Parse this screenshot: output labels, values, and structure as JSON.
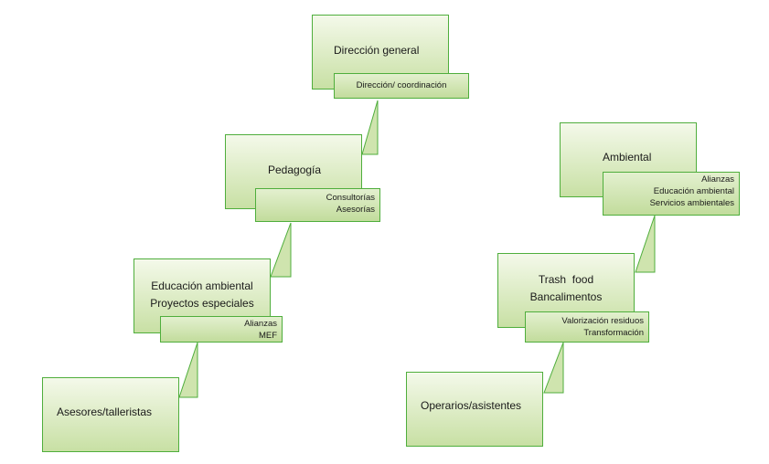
{
  "chart": {
    "general": {
      "title": "Dirección general",
      "sub": [
        "Dirección/ coordinación"
      ]
    },
    "pedagogia": {
      "title": "Pedagogía",
      "sub": [
        "Consultorías",
        "Asesorías"
      ]
    },
    "educacion": {
      "title": [
        "Educación ambiental",
        "Proyectos especiales"
      ],
      "sub": [
        "Alianzas",
        "MEF"
      ]
    },
    "asesores": {
      "title": "Asesores/talleristas"
    },
    "ambiental": {
      "title": "Ambiental",
      "sub": [
        "Alianzas",
        "Educación ambiental",
        "Servicios ambientales"
      ]
    },
    "trash": {
      "title": [
        "Trash  food",
        "Bancalimentos"
      ],
      "sub": [
        "Valorización residuos",
        "Transformación"
      ]
    },
    "operarios": {
      "title": "Operarios/asistentes"
    }
  },
  "colors": {
    "border": "#4fae3c",
    "fill_top": "#f4f9ea",
    "fill_bottom": "#c8e0a4"
  }
}
